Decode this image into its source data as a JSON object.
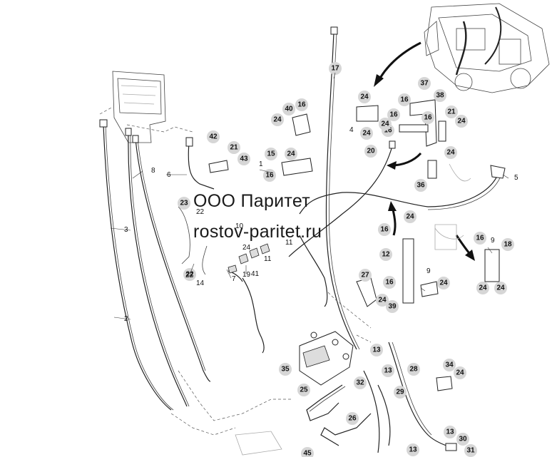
{
  "watermark": {
    "line1": "ООО Паритет",
    "line2": "rostov-paritet.ru"
  },
  "callouts": [
    {
      "id": "c17",
      "label": "17"
    },
    {
      "id": "c24a",
      "label": "24"
    },
    {
      "id": "c37",
      "label": "37"
    },
    {
      "id": "c16a",
      "label": "16"
    },
    {
      "id": "c38",
      "label": "38"
    },
    {
      "id": "c16b",
      "label": "16"
    },
    {
      "id": "c16c",
      "label": "16"
    },
    {
      "id": "c40",
      "label": "40"
    },
    {
      "id": "c16d",
      "label": "16"
    },
    {
      "id": "c24b",
      "label": "24"
    },
    {
      "id": "c24c",
      "label": "24"
    },
    {
      "id": "c21a",
      "label": "21"
    },
    {
      "id": "c24d",
      "label": "24"
    },
    {
      "id": "c16e",
      "label": "16"
    },
    {
      "id": "c24e",
      "label": "24"
    },
    {
      "id": "c42",
      "label": "42"
    },
    {
      "id": "c21b",
      "label": "21"
    },
    {
      "id": "c43",
      "label": "43"
    },
    {
      "id": "c15",
      "label": "15"
    },
    {
      "id": "c24f",
      "label": "24"
    },
    {
      "id": "c16f",
      "label": "16"
    },
    {
      "id": "c20",
      "label": "20"
    },
    {
      "id": "c24g",
      "label": "24"
    },
    {
      "id": "c36",
      "label": "36"
    },
    {
      "id": "c23",
      "label": "23"
    },
    {
      "id": "c24h",
      "label": "24"
    },
    {
      "id": "c16g",
      "label": "16"
    },
    {
      "id": "c16h",
      "label": "16"
    },
    {
      "id": "c18",
      "label": "18"
    },
    {
      "id": "c12",
      "label": "12"
    },
    {
      "id": "c24i",
      "label": "24"
    },
    {
      "id": "c24j",
      "label": "24"
    },
    {
      "id": "c22a",
      "label": "22"
    },
    {
      "id": "c24k",
      "label": "24"
    },
    {
      "id": "c27",
      "label": "27"
    },
    {
      "id": "c16i",
      "label": "16"
    },
    {
      "id": "c24l",
      "label": "24"
    },
    {
      "id": "c39",
      "label": "39"
    },
    {
      "id": "c13a",
      "label": "13"
    },
    {
      "id": "c13b",
      "label": "13"
    },
    {
      "id": "c32",
      "label": "32"
    },
    {
      "id": "c35",
      "label": "35"
    },
    {
      "id": "c28",
      "label": "28"
    },
    {
      "id": "c34",
      "label": "34"
    },
    {
      "id": "c24m",
      "label": "24"
    },
    {
      "id": "c25",
      "label": "25"
    },
    {
      "id": "c29",
      "label": "29"
    },
    {
      "id": "c26",
      "label": "26"
    },
    {
      "id": "c13c",
      "label": "13"
    },
    {
      "id": "c30",
      "label": "30"
    },
    {
      "id": "c13d",
      "label": "13"
    },
    {
      "id": "c31",
      "label": "31"
    },
    {
      "id": "c45",
      "label": "45"
    }
  ],
  "labels": [
    {
      "id": "l8",
      "text": "8"
    },
    {
      "id": "l6",
      "text": "6"
    },
    {
      "id": "l3",
      "text": "3"
    },
    {
      "id": "l2",
      "text": "2"
    },
    {
      "id": "l5",
      "text": "5"
    },
    {
      "id": "l4",
      "text": "4"
    },
    {
      "id": "l1",
      "text": "1"
    },
    {
      "id": "l9a",
      "text": "9"
    },
    {
      "id": "l9b",
      "text": "9"
    },
    {
      "id": "l22",
      "text": "22"
    },
    {
      "id": "l14",
      "text": "14"
    },
    {
      "id": "l7",
      "text": "7"
    },
    {
      "id": "l41",
      "text": "41"
    },
    {
      "id": "l19",
      "text": "19"
    },
    {
      "id": "l11a",
      "text": "11"
    },
    {
      "id": "l11b",
      "text": "11"
    },
    {
      "id": "l10",
      "text": "10"
    },
    {
      "id": "l24n",
      "text": "24"
    },
    {
      "id": "l22b",
      "text": "22"
    }
  ]
}
